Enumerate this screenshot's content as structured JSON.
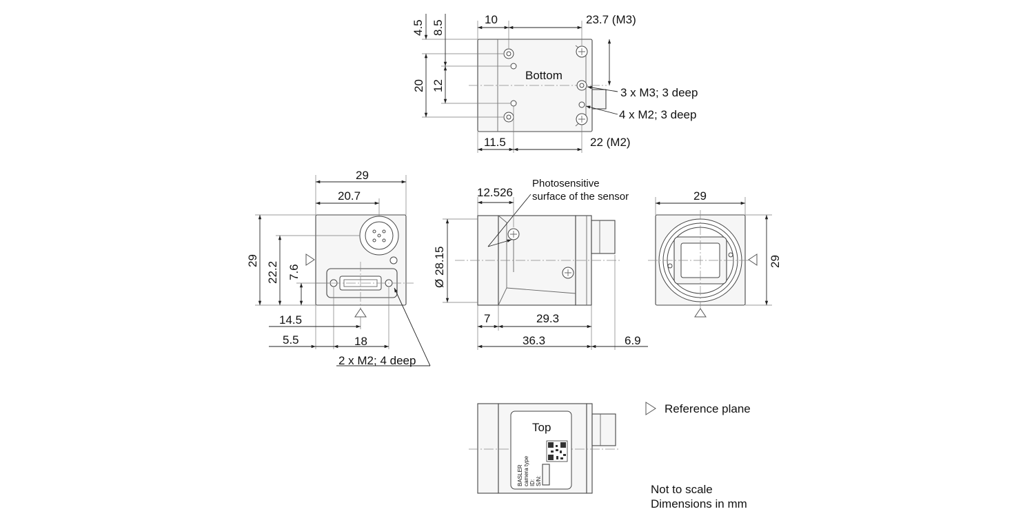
{
  "views": {
    "bottom": {
      "title": "Bottom",
      "dims": {
        "d10": "10",
        "d23_7": "23.7 (M3)",
        "d4_5": "4.5",
        "d8_5": "8.5",
        "d20": "20",
        "d12": "12",
        "d11_5": "11.5",
        "d22": "22 (M2)"
      },
      "callouts": {
        "m3": "3 x M3; 3 deep",
        "m2": "4 x M2; 3 deep"
      }
    },
    "back": {
      "dims": {
        "d29w": "29",
        "d20_7": "20.7",
        "d29h": "29",
        "d22_2": "22.2",
        "d7_6": "7.6",
        "d14_5": "14.5",
        "d5_5": "5.5",
        "d18": "18"
      },
      "callouts": {
        "m2": "2 x M2; 4 deep"
      }
    },
    "side": {
      "sensor_note": [
        "Photosensitive",
        "surface of the sensor"
      ],
      "dims": {
        "d12_526": "12.526",
        "dia": "Ø 28.15",
        "d7": "7",
        "d29_3": "29.3",
        "d36_3": "36.3",
        "d6_9": "6.9"
      }
    },
    "front": {
      "dims": {
        "d29w": "29",
        "d29h": "29"
      }
    },
    "top": {
      "title": "Top",
      "label_lines": [
        "BASLER",
        "camera type",
        "ID:",
        "S/N:"
      ]
    }
  },
  "legend": {
    "reference_plane": "Reference plane",
    "not_to_scale": "Not to scale",
    "units": "Dimensions in mm"
  },
  "icons": [
    "reference-plane-triangle-icon",
    "screw-icon",
    "connector-icon",
    "qr-code-icon"
  ]
}
